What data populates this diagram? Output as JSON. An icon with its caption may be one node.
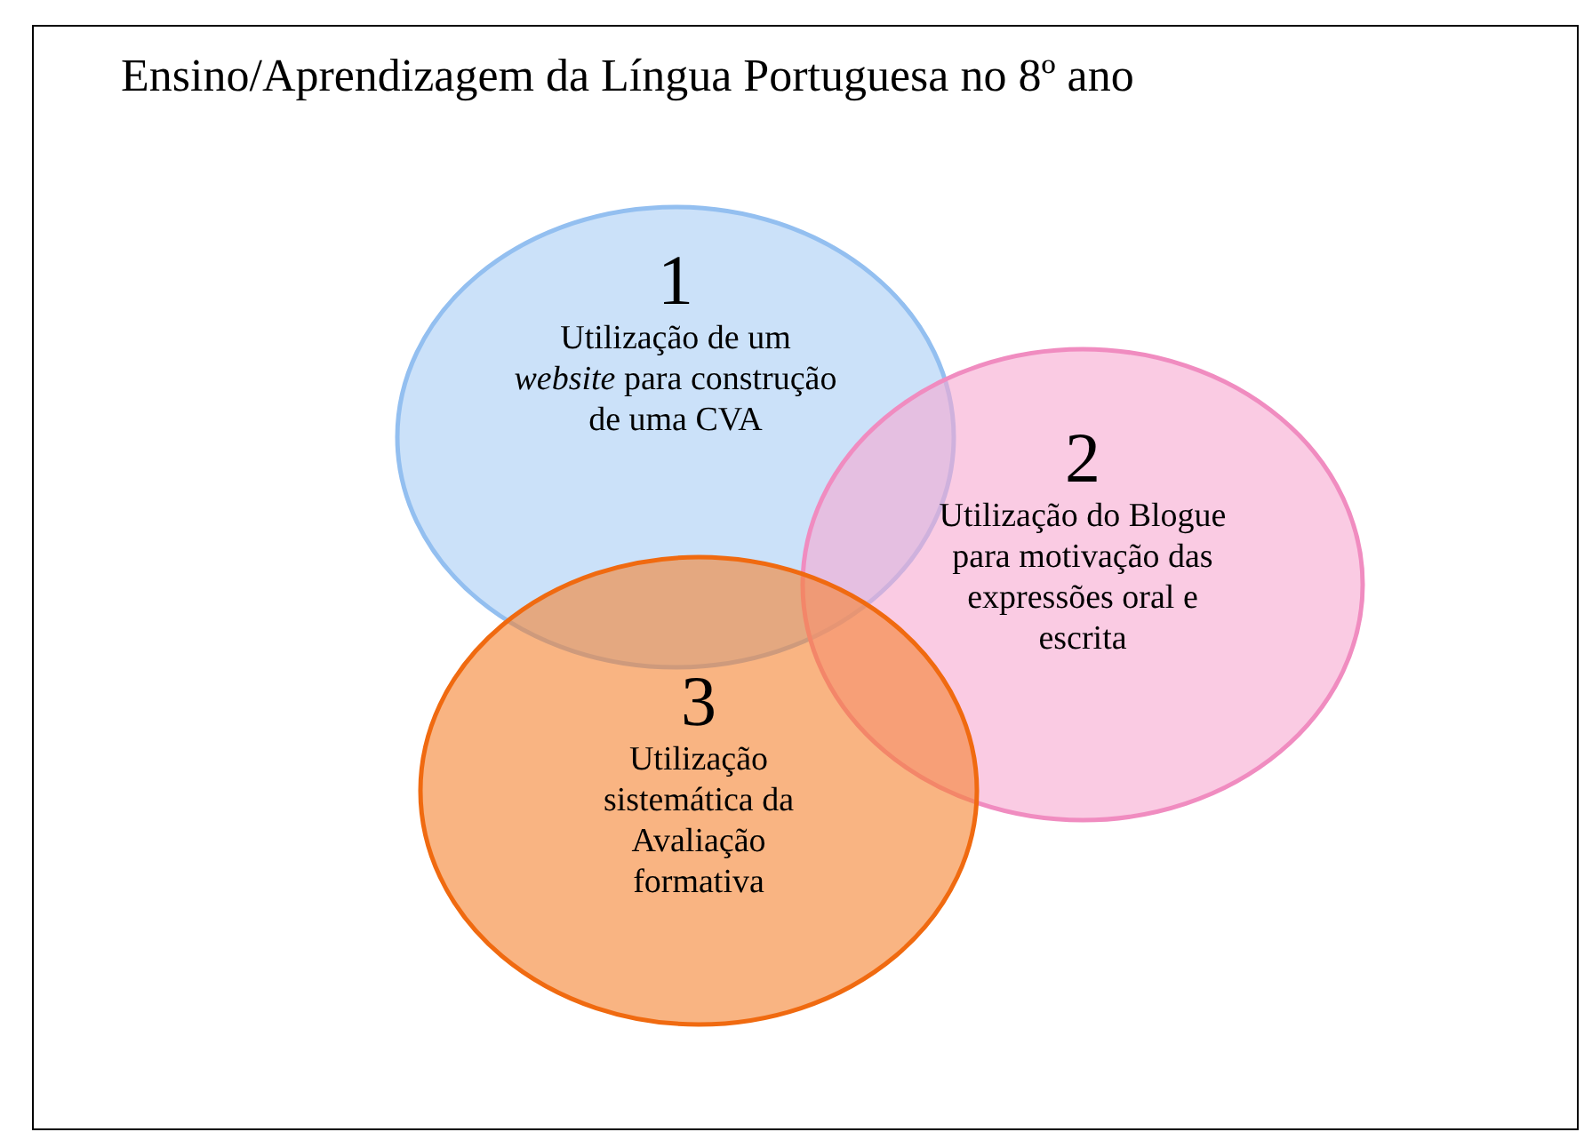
{
  "diagram": {
    "title": "Ensino/Aprendizagem da Língua Portuguesa no 8º ano",
    "nodes": [
      {
        "text": [
          "1",
          "Utilização de um *website* para construção de uma CVA"
        ]
      },
      {
        "text": [
          "2",
          "Utilização do Blogue para motivação das expressões oral e escrita"
        ]
      },
      {
        "text": [
          "3",
          "Utilização sistemática da Avaliação formativa"
        ]
      }
    ],
    "edges": []
  }
}
